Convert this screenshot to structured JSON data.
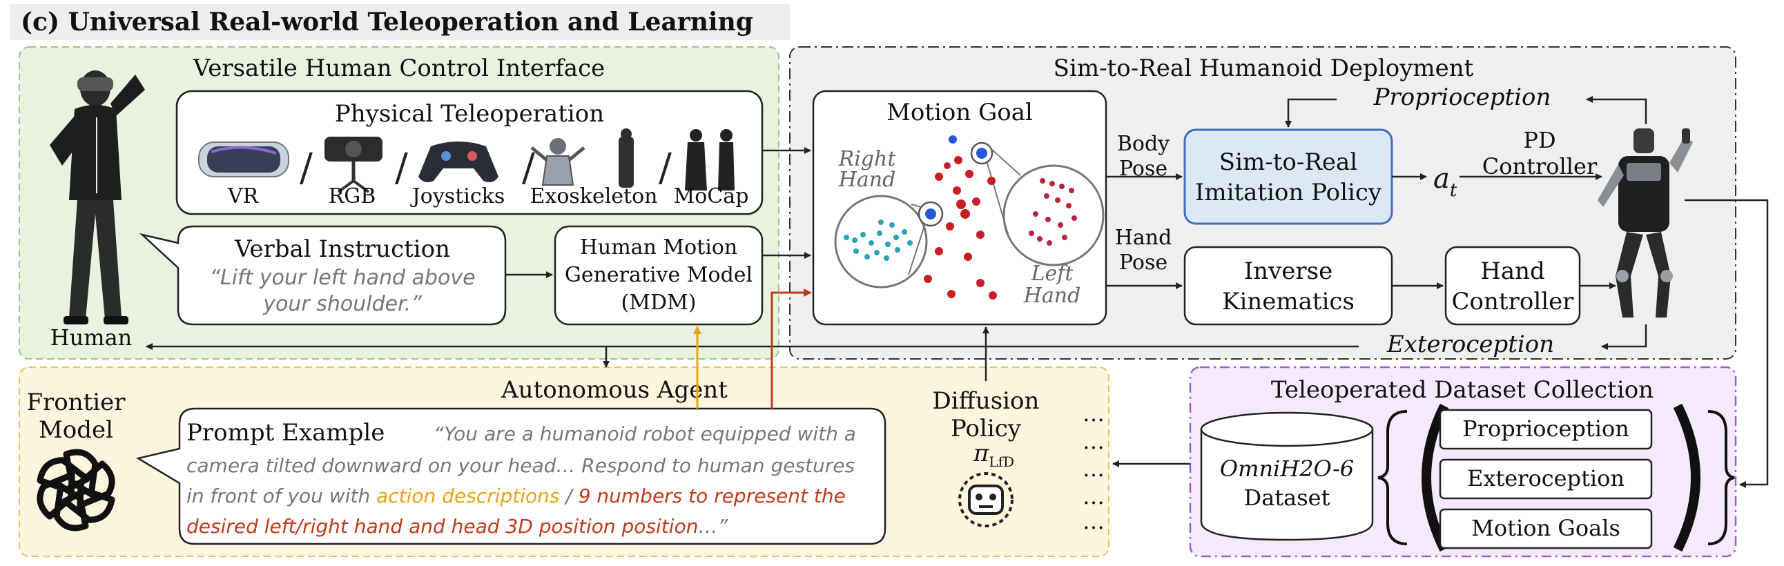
{
  "title": "(c) Universal Real-world Teleoperation and Learning",
  "human_label": "Human",
  "versatile": {
    "title": "Versatile Human Control Interface",
    "physical": {
      "title": "Physical Teleoperation",
      "devices": [
        "VR",
        "RGB",
        "Joysticks",
        "Exoskeleton",
        "MoCap"
      ]
    },
    "verbal": {
      "title": "Verbal Instruction",
      "quote_line1": "“Lift your left hand above",
      "quote_line2": "your shoulder.”"
    },
    "mdm": {
      "line1": "Human Motion",
      "line2": "Generative Model",
      "line3": "(MDM)"
    }
  },
  "sim2real": {
    "title": "Sim-to-Real Humanoid Deployment",
    "proprioception": "Proprioception",
    "exteroception": "Exteroception",
    "motion_goal": {
      "title": "Motion Goal",
      "right_line1": "Right",
      "right_line2": "Hand",
      "left_line1": "Left",
      "left_line2": "Hand"
    },
    "body_pose_line1": "Body",
    "body_pose_line2": "Pose",
    "hand_pose_line1": "Hand",
    "hand_pose_line2": "Pose",
    "policy_line1": "Sim-to-Real",
    "policy_line2": "Imitation Policy",
    "action_symbol": "a",
    "action_subscript": "t",
    "pd_line1": "PD",
    "pd_line2": "Controller",
    "ik_line1": "Inverse",
    "ik_line2": "Kinematics",
    "hand_ctrl_line1": "Hand",
    "hand_ctrl_line2": "Controller"
  },
  "agent": {
    "title": "Autonomous Agent",
    "frontier_line1": "Frontier",
    "frontier_line2": "Model",
    "prompt_title": "Prompt Example",
    "prompt_line1": "“You are a humanoid robot equipped with a",
    "prompt_line2": "camera tilted downward on your head… Respond to human gestures",
    "prompt_line3_pre": "in front of you with ",
    "prompt_line3_orange": "action descriptions",
    "prompt_line3_sep": " / ",
    "prompt_line3_red": "9 numbers to represent the",
    "prompt_line4_red": "desired left/right hand and head 3D position position",
    "prompt_line4_end": "…”",
    "diffusion_line1": "Diffusion",
    "diffusion_line2": "Policy",
    "pi_symbol": "π",
    "pi_subscript": "LfD",
    "ellipsis": "…"
  },
  "dataset": {
    "title": "Teleoperated Dataset Collection",
    "db_line1": "OmniH2O-6",
    "db_line2": "Dataset",
    "items": [
      "Proprioception",
      "Exteroception",
      "Motion Goals"
    ]
  },
  "colors": {
    "green_bg": "#e8f2df",
    "green_border": "#9fc38a",
    "gray_bg": "#efefef",
    "yellow_bg": "#fdf5de",
    "yellow_border": "#e2c35b",
    "purple_bg": "#f5eafd",
    "purple_border": "#a35ad8",
    "policy_fill": "#dde8f7",
    "policy_border": "#3f6ec2",
    "orange": "#e8a317",
    "red": "#c03a1c",
    "teal": "#2aa3b2",
    "crimson": "#b8233e"
  }
}
